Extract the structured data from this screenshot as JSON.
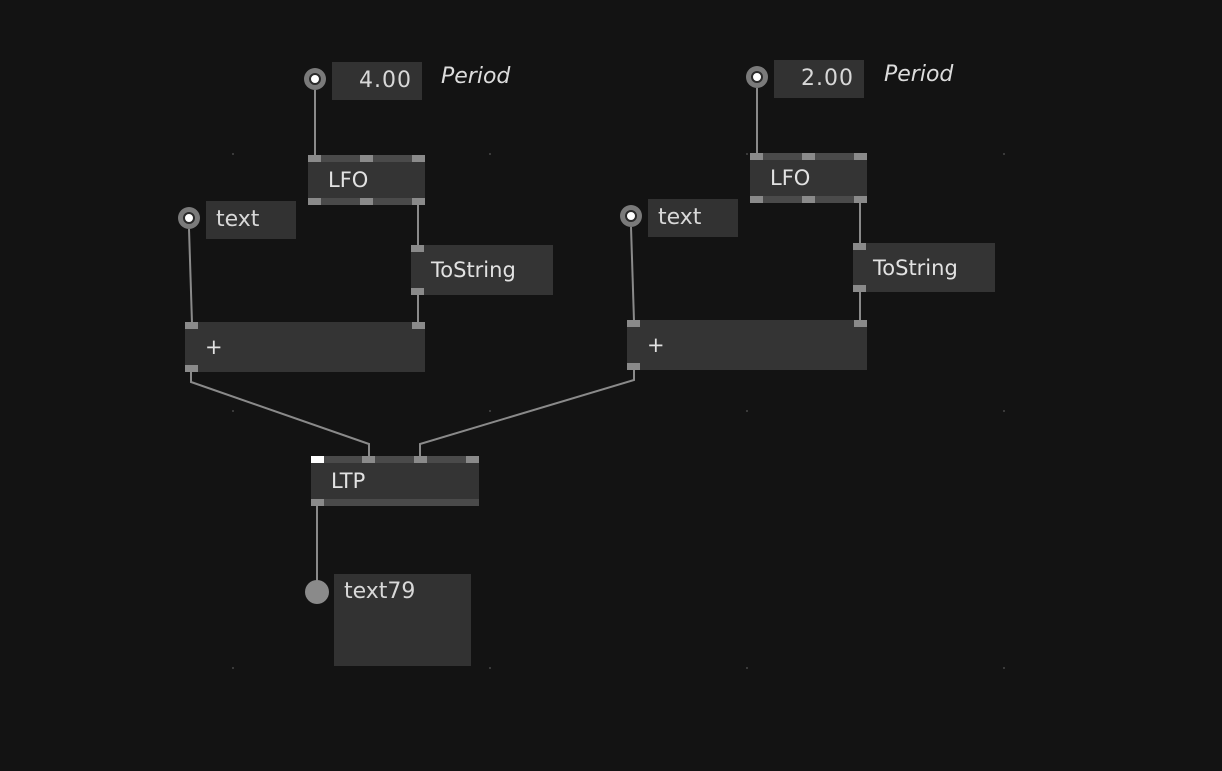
{
  "patch": {
    "left_chain": {
      "period_value": "4.00",
      "period_label": "Period",
      "lfo_title": "LFO",
      "text_value": "text",
      "tostring_title": "ToString",
      "plus_title": "+"
    },
    "right_chain": {
      "period_value": "2.00",
      "period_label": "Period",
      "lfo_title": "LFO",
      "text_value": "text",
      "tostring_title": "ToString",
      "plus_title": "+"
    },
    "ltp_title": "LTP",
    "output_value": "text79"
  },
  "colors": {
    "background": "#131313",
    "node": "#343434",
    "pin": "#8a8a8a",
    "wire": "#8a8a8a",
    "active_pin": "#ffffff"
  },
  "icons": {
    "io_pin": "circle-pin-icon",
    "output_pin": "filled-circle-icon"
  }
}
